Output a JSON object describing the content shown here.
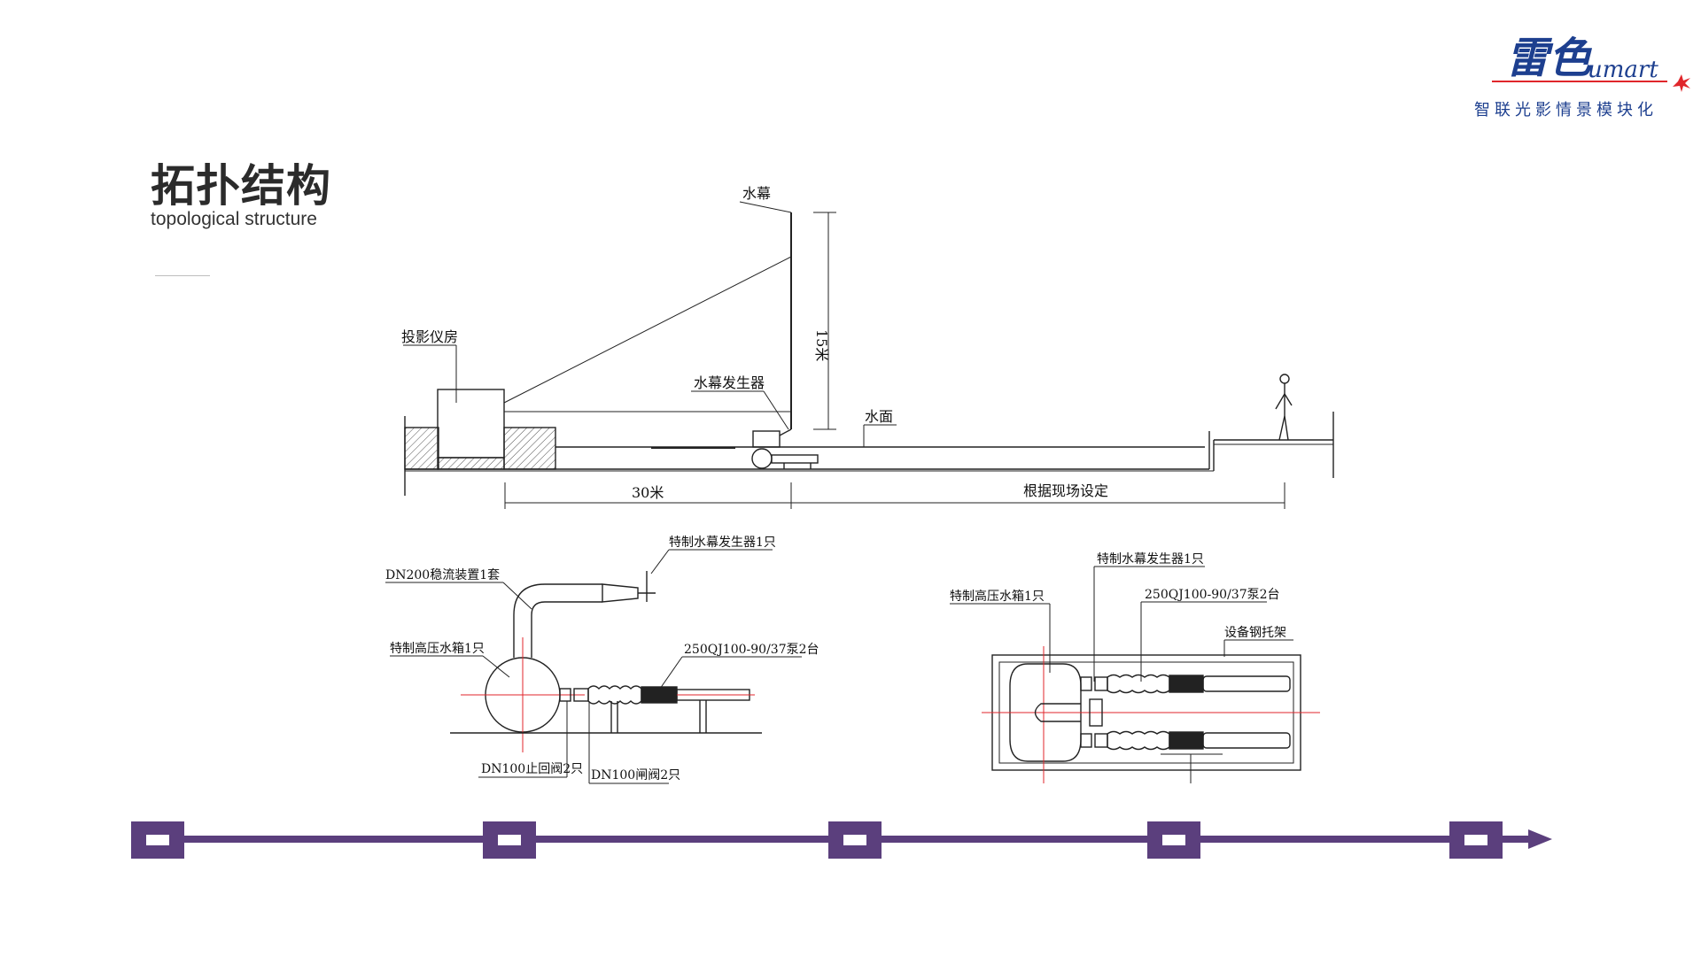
{
  "slide": {
    "title": "拓扑结构",
    "subtitle": "topological structure"
  },
  "logo": {
    "mark_text": "雷色",
    "script_text": "umart",
    "tagline": "智联光影情景模块化",
    "brand_blue": "#1d3f8f",
    "brand_red": "#e0262b"
  },
  "elevation": {
    "labels": {
      "water_screen": "水幕",
      "height": "15米",
      "projector_room": "投影仪房",
      "generator": "水幕发生器",
      "water_surface": "水面",
      "dist_left": "30米",
      "dist_right": "根据现场设定"
    }
  },
  "side_view": {
    "labels": {
      "generator": "特制水幕发生器1只",
      "stabilizer": "DN200稳流装置1套",
      "tank": "特制高压水箱1只",
      "pump": "250QJ100-90/37泵2台",
      "check_valve": "DN100止回阀2只",
      "gate_valve": "DN100闸阀2只"
    }
  },
  "plan_view": {
    "labels": {
      "generator": "特制水幕发生器1只",
      "tank": "特制高压水箱1只",
      "pump": "250QJ100-90/37泵2台",
      "frame": "设备钢托架"
    }
  },
  "timeline": {
    "nodes": 5,
    "color": "#5b3f7d"
  }
}
